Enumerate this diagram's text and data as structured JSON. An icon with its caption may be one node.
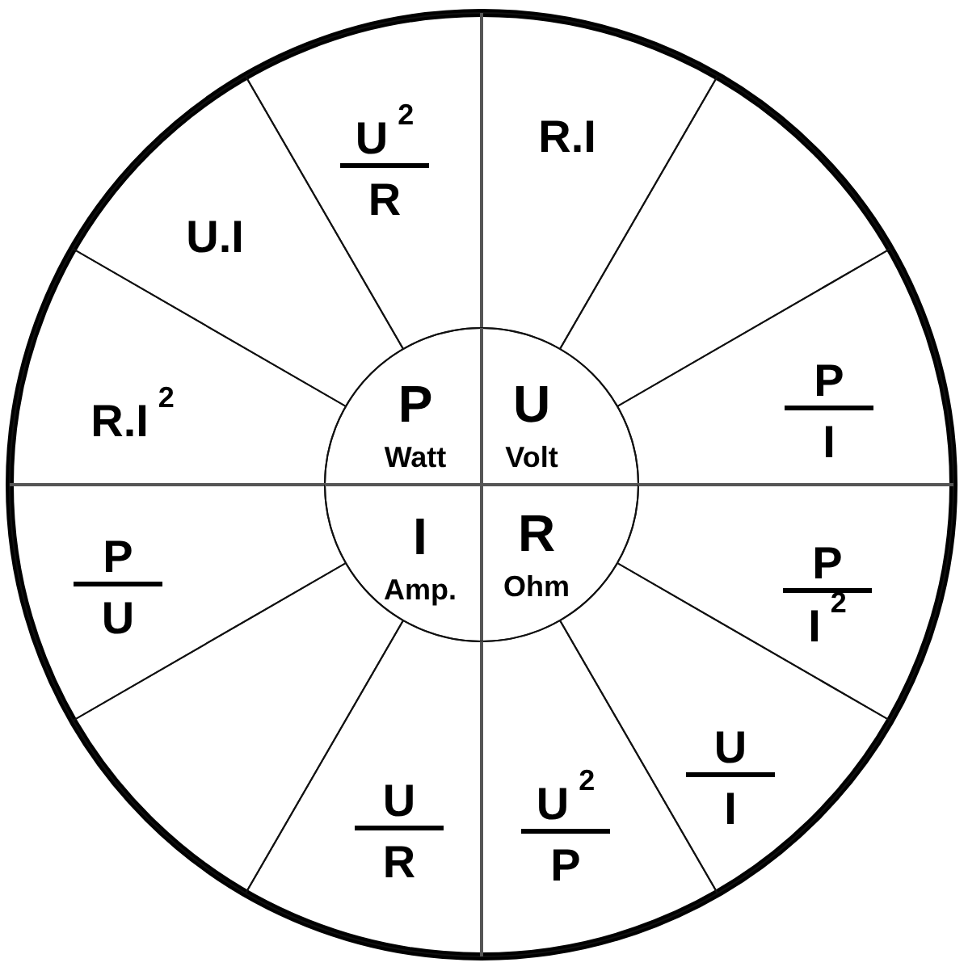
{
  "diagram": {
    "nodes": [
      {
        "text": [
          "U$^{2}$",
          "R"
        ]
      },
      {
        "text": [
          "R.I"
        ]
      },
      {
        "text": [
          "U.I"
        ]
      },
      {
        "text": [],
        "shape": "sector"
      },
      {
        "text": [
          "R.I$^{2}$"
        ]
      },
      {
        "text": [
          "P",
          "Watt"
        ]
      },
      {
        "text": [
          "U",
          "Volt"
        ]
      },
      {
        "text": [
          "P",
          "I"
        ]
      },
      {
        "text": [
          "P",
          "U"
        ]
      },
      {
        "text": [
          "I",
          "Amp."
        ]
      },
      {
        "text": [
          "R",
          "Ohm"
        ]
      },
      {
        "text": [
          "P",
          "I$^{2}$"
        ]
      },
      {
        "text": [],
        "shape": "sector"
      },
      {
        "text": [
          "U",
          "I"
        ]
      },
      {
        "text": [
          "U",
          "R"
        ]
      },
      {
        "text": [
          "U$^{2}$",
          "P"
        ]
      }
    ]
  }
}
